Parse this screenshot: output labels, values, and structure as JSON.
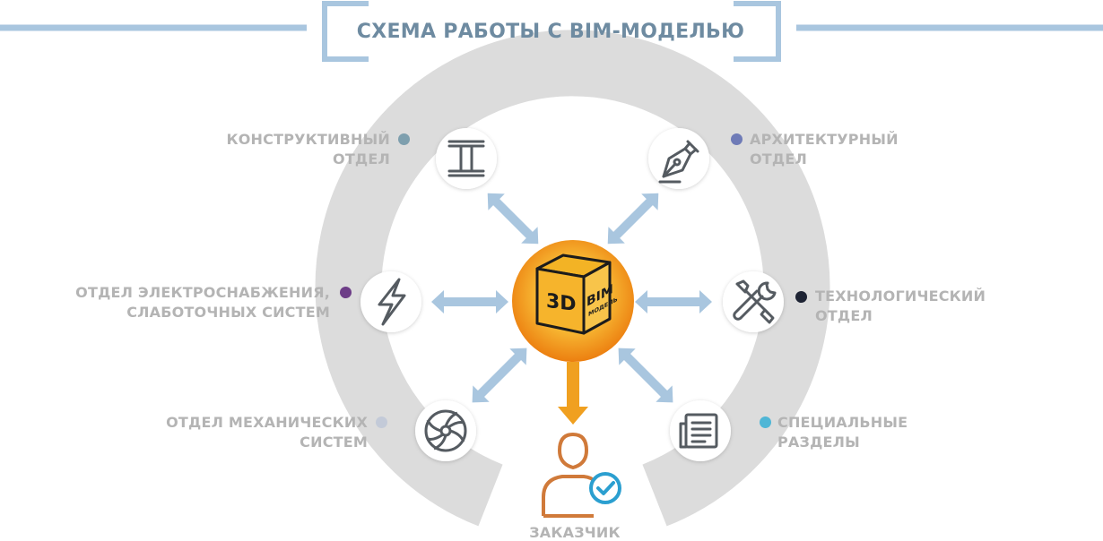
{
  "title": "СХЕМА РАБОТЫ С BIM-МОДЕЛЬЮ",
  "center": {
    "label_3d": "3D",
    "label_bim": "BIM",
    "label_model": "МОДЕЛЬ",
    "icon": "bim-cube-icon"
  },
  "departments": [
    {
      "id": "structural",
      "line1": "КОНСТРУКТИВНЫЙ",
      "line2": "ОТДЕЛ",
      "icon": "i-beam-icon",
      "dot_color": "#7e9fae"
    },
    {
      "id": "architectural",
      "line1": "АРХИТЕКТУРНЫЙ",
      "line2": "ОТДЕЛ",
      "icon": "pen-nib-icon",
      "dot_color": "#6f7bb7"
    },
    {
      "id": "electrical",
      "line1": "ОТДЕЛ ЭЛЕКТРОСНАБЖЕНИЯ,",
      "line2": "СЛАБОТОЧНЫХ СИСТЕМ",
      "icon": "lightning-icon",
      "dot_color": "#6d3d87"
    },
    {
      "id": "technological",
      "line1": "ТЕХНОЛОГИЧЕСКИЙ",
      "line2": "ОТДЕЛ",
      "icon": "tools-icon",
      "dot_color": "#1e2434"
    },
    {
      "id": "mechanical",
      "line1": "ОТДЕЛ МЕХАНИЧЕСКИХ",
      "line2": "СИСТЕМ",
      "icon": "fan-icon",
      "dot_color": "#c3cad8"
    },
    {
      "id": "special",
      "line1": "СПЕЦИАЛЬНЫЕ",
      "line2": "РАЗДЕЛЫ",
      "icon": "document-icon",
      "dot_color": "#4fb6d6"
    }
  ],
  "customer": {
    "label": "ЗАКАЗЧИК",
    "icon": "customer-check-icon"
  },
  "colors": {
    "ring": "#dcdcdc",
    "arrow": "#a9c6df",
    "frame": "#a9c6df",
    "title": "#6e8ba1",
    "icon_stroke": "#555b61",
    "orange_light": "#f8d24a",
    "orange_dark": "#ee8a14",
    "customer": "#d07a3a",
    "check": "#2b9fd0"
  }
}
